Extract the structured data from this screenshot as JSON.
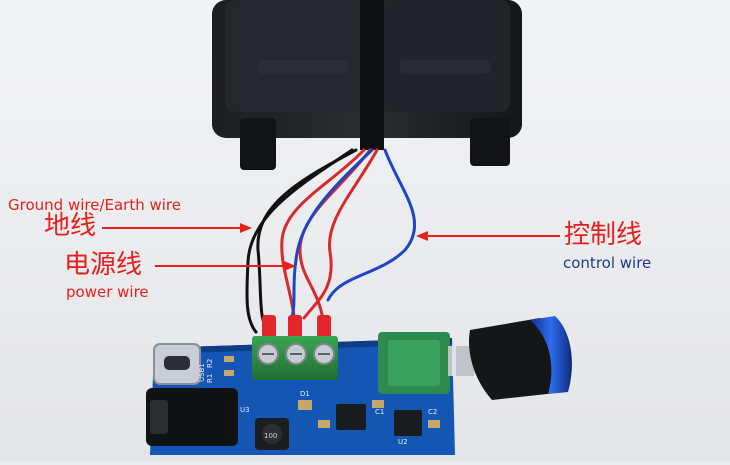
{
  "labels": {
    "ground_en": "Ground wire/Earth wire",
    "ground_cn": "地线",
    "power_cn": "电源线",
    "power_en": "power wire",
    "control_cn": "控制线",
    "control_en": "control wire"
  },
  "board_silkscreen": {
    "usb": "USB1",
    "r2": "R2",
    "r1": "R1",
    "u3": "U3",
    "d1": "D1",
    "c1": "C1",
    "inductor": "100",
    "u2": "U2",
    "c2": "C2"
  },
  "colors": {
    "background": "#ecedef",
    "annotation": "#e8201b",
    "pcb": "#1456b4",
    "terminal": "#2e8b3f",
    "fan": "#16181b",
    "wire_red": "#d8292d",
    "wire_blue": "#1b46c4",
    "wire_black": "#111111",
    "knob": "#1b4fd2"
  }
}
